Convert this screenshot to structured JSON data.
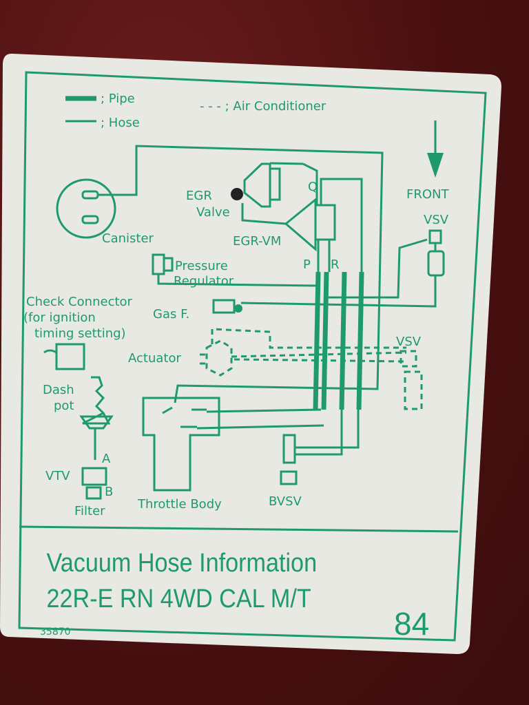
{
  "legend": {
    "pipe": "; Pipe",
    "hose": "; Hose",
    "ac": "- - - ; Air Conditioner"
  },
  "labels": {
    "canister": "Canister",
    "egr_valve_1": "EGR",
    "egr_valve_2": "Valve",
    "egr_vm": "EGR-VM",
    "q": "Q",
    "p": "P",
    "r": "R",
    "front": "FRONT",
    "vsv_top": "VSV",
    "pressure_1": "Pressure",
    "pressure_2": "Regulator",
    "check_1": "Check Connector",
    "check_2": "(for ignition",
    "check_3": "timing setting)",
    "gas_f": "Gas F.",
    "actuator": "Actuator",
    "vsv_ac": "VSV",
    "dash_1": "Dash",
    "dash_2": "pot",
    "a": "A",
    "vtv": "VTV",
    "b": "B",
    "filter": "Filter",
    "throttle": "Throttle Body",
    "bvsv": "BVSV"
  },
  "footer": {
    "title_1": "Vacuum Hose Information",
    "title_2": "22R-E RN 4WD CAL M/T",
    "code": "35870",
    "year": "84"
  },
  "colors": {
    "ink": "#1f9a6e",
    "paper": "#e9ebe4",
    "background": "#4a1010"
  }
}
